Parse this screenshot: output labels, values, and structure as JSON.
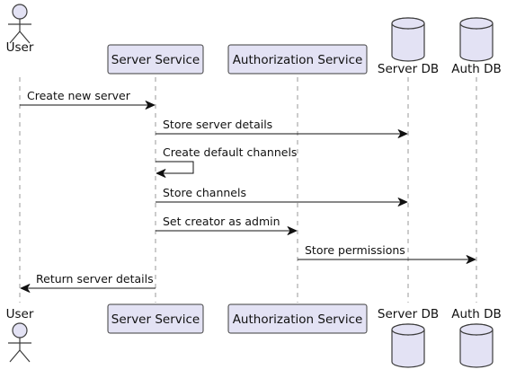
{
  "diagram": {
    "participants": [
      {
        "id": "user",
        "label": "User",
        "kind": "actor"
      },
      {
        "id": "server",
        "label": "Server Service",
        "kind": "participant"
      },
      {
        "id": "auth",
        "label": "Authorization Service",
        "kind": "participant"
      },
      {
        "id": "serverdb",
        "label": "Server DB",
        "kind": "database"
      },
      {
        "id": "authdb",
        "label": "Auth DB",
        "kind": "database"
      }
    ],
    "messages": [
      {
        "from": "user",
        "to": "server",
        "label": "Create new server"
      },
      {
        "from": "server",
        "to": "serverdb",
        "label": "Store server details"
      },
      {
        "from": "server",
        "to": "server",
        "label": "Create default channels"
      },
      {
        "from": "server",
        "to": "serverdb",
        "label": "Store channels"
      },
      {
        "from": "server",
        "to": "auth",
        "label": "Set creator as admin"
      },
      {
        "from": "auth",
        "to": "authdb",
        "label": "Store permissions"
      },
      {
        "from": "server",
        "to": "user",
        "label": "Return server details"
      }
    ],
    "colors": {
      "participant_fill": "#e3e2f4",
      "border": "#3d3d3d",
      "lifeline": "#9a9a9a",
      "arrow": "#111111"
    }
  }
}
